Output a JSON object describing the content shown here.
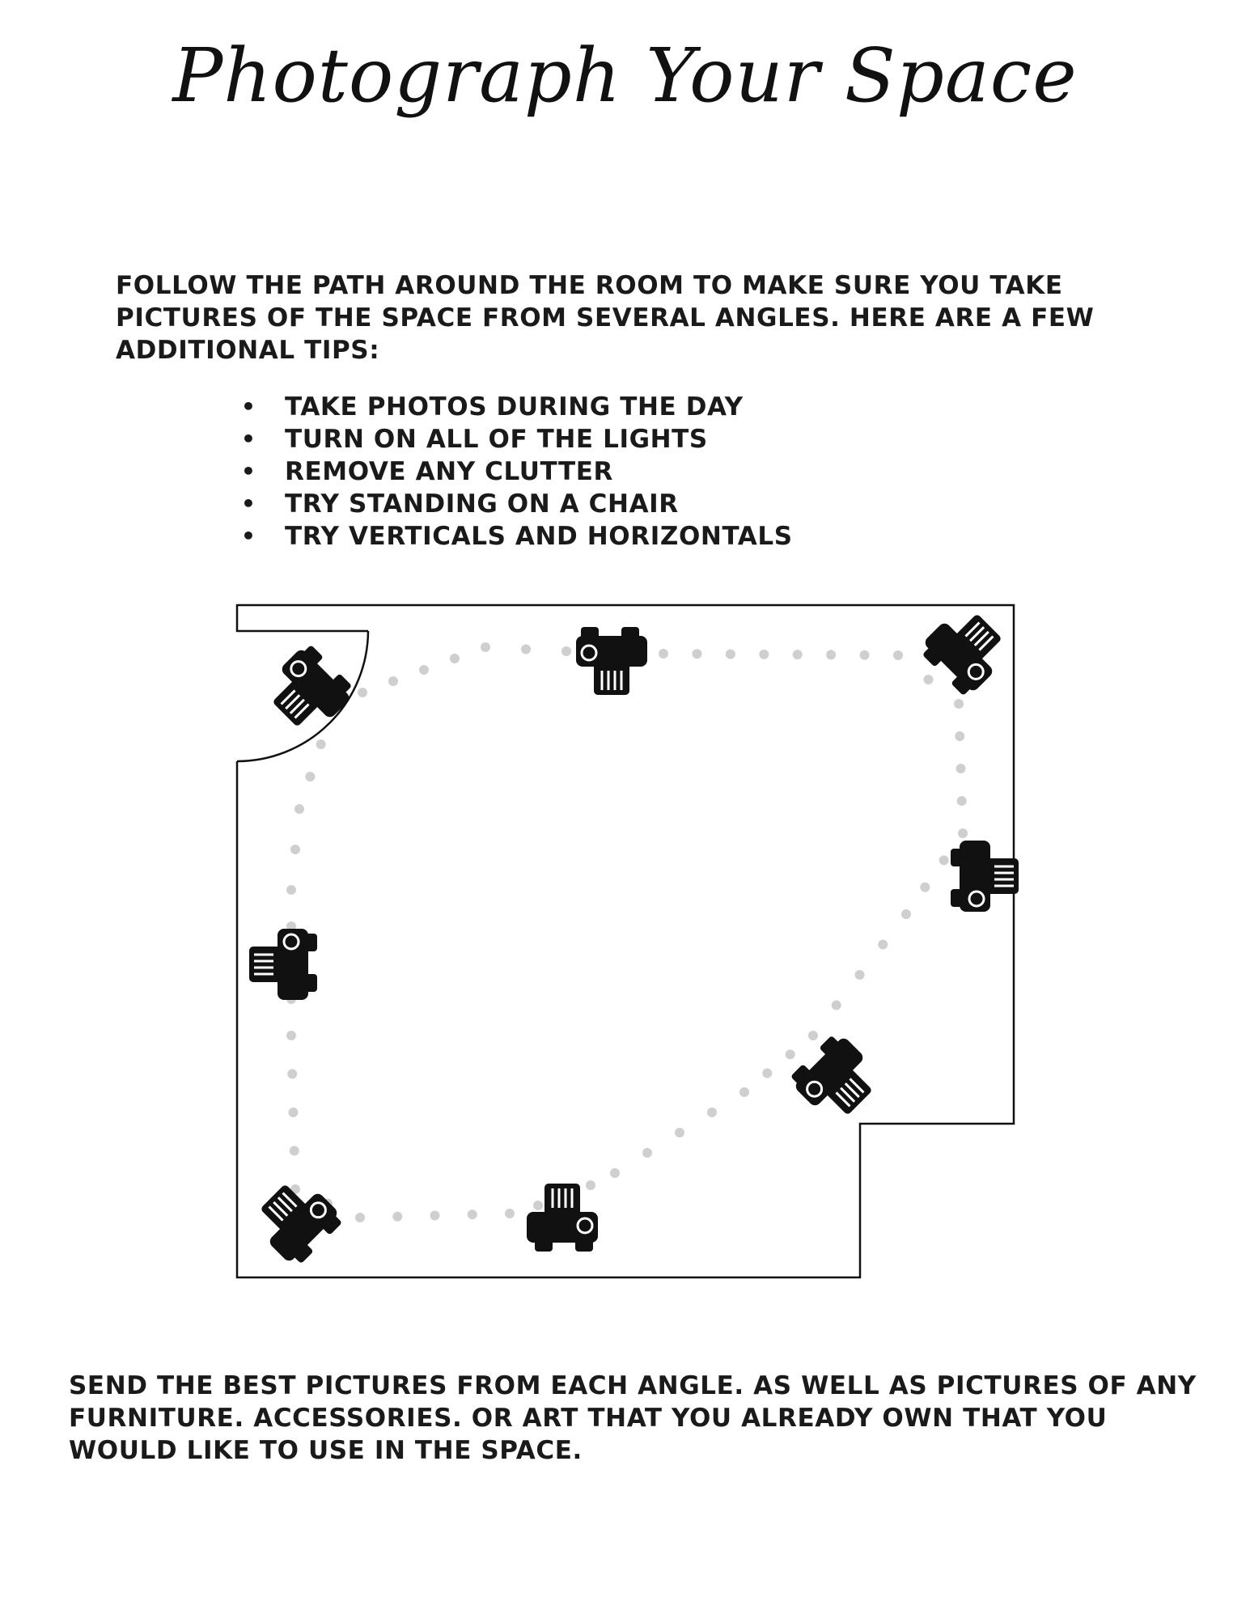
{
  "page": {
    "title": "Photograph Your Space",
    "intro": "FOLLOW THE PATH AROUND THE ROOM TO MAKE SURE YOU TAKE PICTURES OF THE SPACE FROM SEVERAL ANGLES. HERE ARE A FEW ADDITIONAL TIPS:",
    "tips": [
      "TAKE PHOTOS DURING THE DAY",
      "TURN ON ALL OF THE LIGHTS",
      "REMOVE ANY CLUTTER",
      "TRY STANDING ON A CHAIR",
      "TRY VERTICALS AND HORIZONTALS"
    ],
    "outro": "SEND THE BEST PICTURES FROM EACH ANGLE. AS WELL AS PICTURES OF ANY FURNITURE. ACCESSORIES. OR ART THAT YOU ALREADY OWN THAT YOU WOULD LIKE TO USE IN THE SPACE."
  },
  "diagram": {
    "camera_icon": "camera-icon",
    "camera_count": 8,
    "colors": {
      "walls": "#111111",
      "path": "#cfcfcf",
      "camera": "#111111"
    }
  }
}
